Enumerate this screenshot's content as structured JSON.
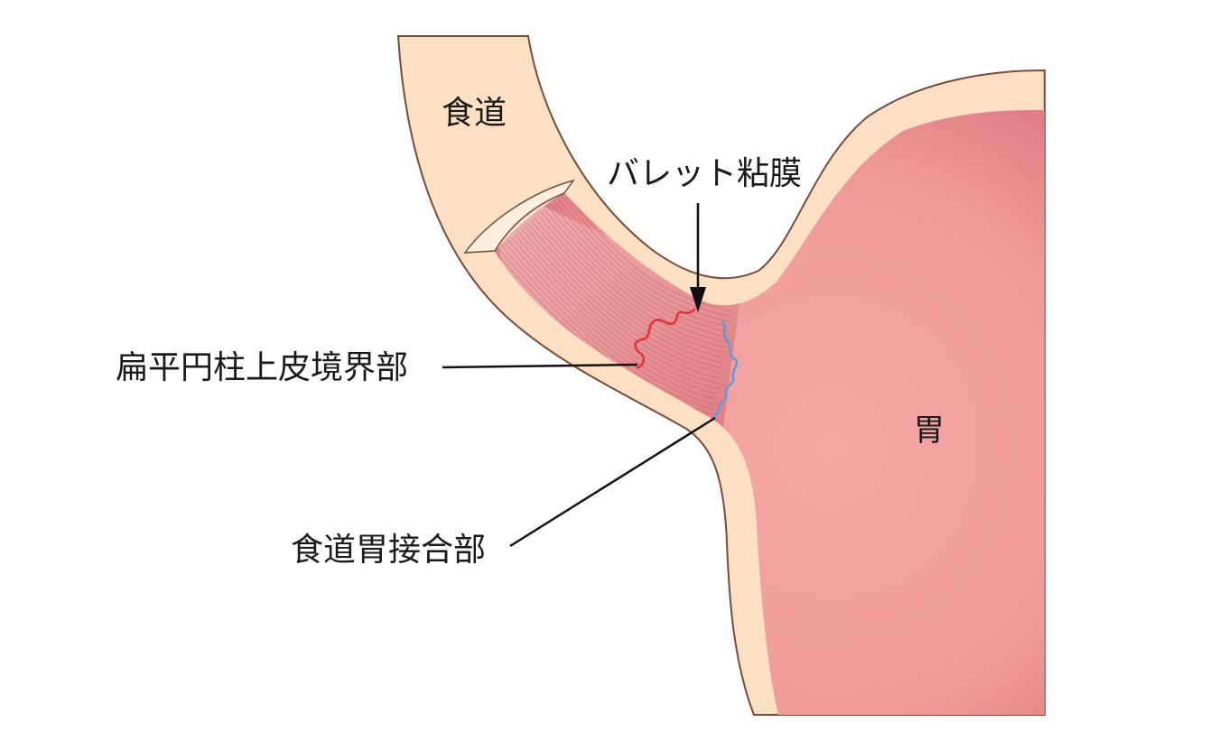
{
  "title": "Barrett's esophagus anatomy diagram",
  "labels": {
    "esophagus": "食道",
    "stomach": "胃",
    "barrett_mucosa": "バレット粘膜",
    "scj": "扁平円柱上皮境界部",
    "egj": "食道胃接合部"
  },
  "colors": {
    "wall": "#fbe0c4",
    "wall_outline": "#7a4a3a",
    "lumen": "#ec9a9a",
    "lumen_dark": "#d9737b",
    "scj_line": "#e8303a",
    "egj_line": "#5b9be0",
    "pointer": "#111111"
  }
}
